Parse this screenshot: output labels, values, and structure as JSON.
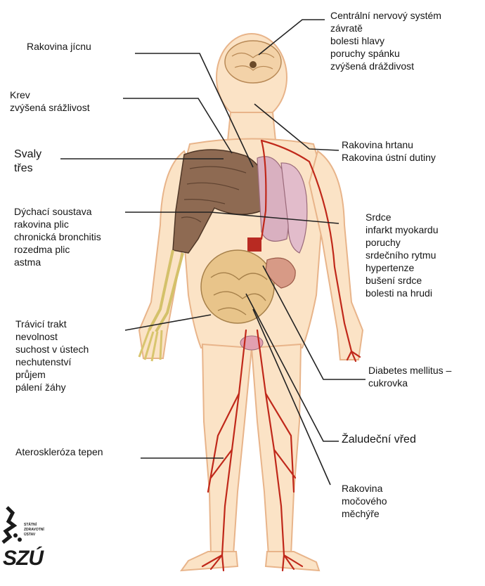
{
  "labels": {
    "cns": [
      "Centrální nervový systém",
      "závratě",
      "bolesti hlavy",
      "poruchy spánku",
      "zvýšená dráždivost"
    ],
    "esophagus": [
      "Rakovina jícnu"
    ],
    "blood": [
      "Krev",
      "zvýšená srážlivost"
    ],
    "muscles": [
      "Svaly",
      "třes"
    ],
    "respiratory": [
      "Dýchací soustava",
      "rakovina plic",
      "chronická bronchitis",
      "rozedma plic",
      "astma"
    ],
    "larynx": [
      "Rakovina hrtanu",
      "Rakovina ústní dutiny"
    ],
    "heart": [
      "Srdce",
      "infarkt myokardu",
      "poruchy",
      "srdečního rytmu",
      "hypertenze",
      "bušení srdce",
      "bolesti na hrudi"
    ],
    "digestive": [
      "Trávicí trakt",
      "nevolnost",
      "suchost v ústech",
      "nechutenství",
      "průjem",
      "pálení žáhy"
    ],
    "diabetes": [
      "Diabetes mellitus –",
      "cukrovka"
    ],
    "ulcer": [
      "Žaludeční vřed"
    ],
    "atherosclerosis": [
      "Ateroskleróza tepen"
    ],
    "bladder": [
      "Rakovina",
      "močového",
      "měchýře"
    ]
  },
  "logo": {
    "small_text": [
      "STÁTNÍ",
      "ZDRAVOTNÍ",
      "ÚSTAV"
    ],
    "big_text": "SZÚ"
  },
  "colors": {
    "skin": "#fbe3c6",
    "skin_outline": "#e8b48a",
    "artery": "#c0281a",
    "muscle": "#8e6a52",
    "lung": "#d9b0c0",
    "intestine": "#e8c48a",
    "bone": "#eadb8a",
    "leader": "#222222"
  }
}
